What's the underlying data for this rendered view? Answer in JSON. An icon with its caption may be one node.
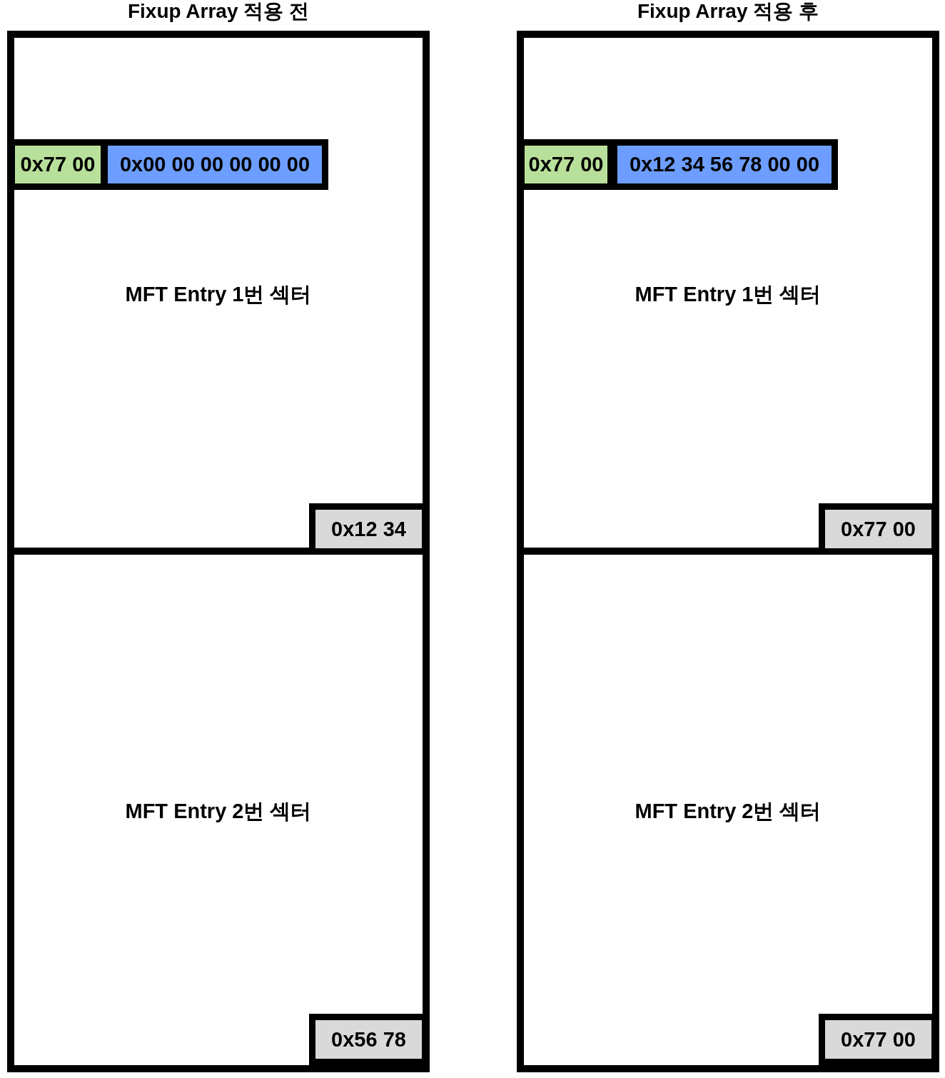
{
  "diagram": {
    "nodes": [
      {
        "text": [
          "Fixup Array 적용 전"
        ]
      },
      {
        "text": [
          "MFT Entry 1번 섹터"
        ],
        "in": 0
      },
      {
        "text": [
          "0x77 00"
        ],
        "in": 1
      },
      {
        "text": [
          "0x00 00 00 00 00 00"
        ],
        "in": 1
      },
      {
        "text": [
          "0x12 34"
        ],
        "in": 1
      },
      {
        "text": [
          "MFT Entry 2번 섹터"
        ],
        "in": 0
      },
      {
        "text": [
          "0x56 78"
        ],
        "in": 5
      },
      {
        "text": [
          "Fixup Array 적용 후"
        ]
      },
      {
        "text": [
          "MFT Entry 1번 섹터"
        ],
        "in": 7
      },
      {
        "text": [
          "0x77 00"
        ],
        "in": 8
      },
      {
        "text": [
          "0x12 34 56 78 00 00"
        ],
        "in": 8
      },
      {
        "text": [
          "0x77 00"
        ],
        "in": 8
      },
      {
        "text": [
          "MFT Entry 2번 섹터"
        ],
        "in": 7
      },
      {
        "text": [
          "0x77 00"
        ],
        "in": 12
      }
    ]
  }
}
